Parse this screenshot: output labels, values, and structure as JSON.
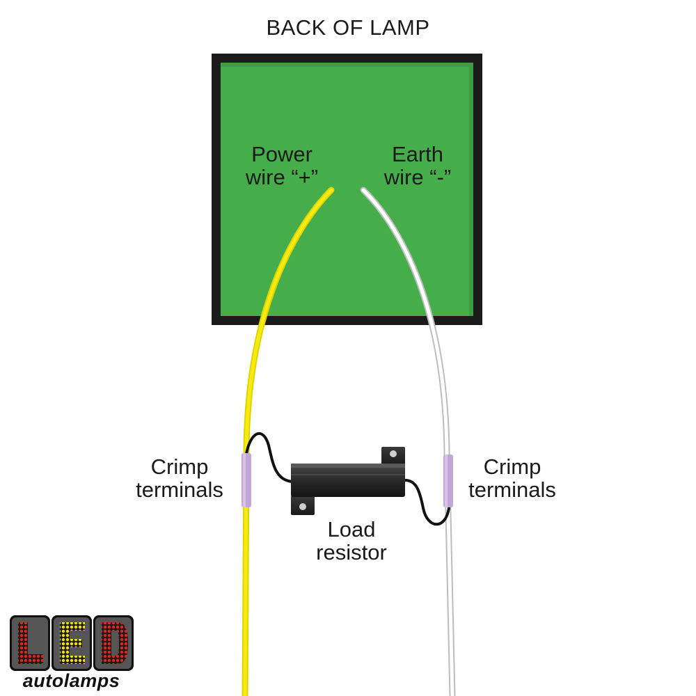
{
  "diagram": {
    "title": "BACK OF LAMP",
    "power_label_line1": "Power",
    "power_label_line2": "wire “+”",
    "earth_label_line1": "Earth",
    "earth_label_line2": "wire “-”",
    "crimp_left_line1": "Crimp",
    "crimp_left_line2": "terminals",
    "crimp_right_line1": "Crimp",
    "crimp_right_line2": "terminals",
    "resistor_line1": "Load",
    "resistor_line2": "resistor"
  },
  "logo": {
    "letters": [
      "L",
      "E",
      "D"
    ],
    "subtitle": "autolamps"
  },
  "colors": {
    "lamp_fill": "#45ae4a",
    "lamp_border": "#1b1b1b",
    "power_wire": "#f4e600",
    "earth_wire": "#ffffff",
    "crimp_terminal": "#c3a7d6",
    "resistor_body": "#2b2b2b",
    "logo_red": "#e2231a",
    "logo_yellow": "#f5e100"
  },
  "icons": [
    "lamp-back-icon",
    "power-wire-icon",
    "earth-wire-icon",
    "load-resistor-icon",
    "crimp-terminal-icon",
    "led-autolamps-logo"
  ]
}
